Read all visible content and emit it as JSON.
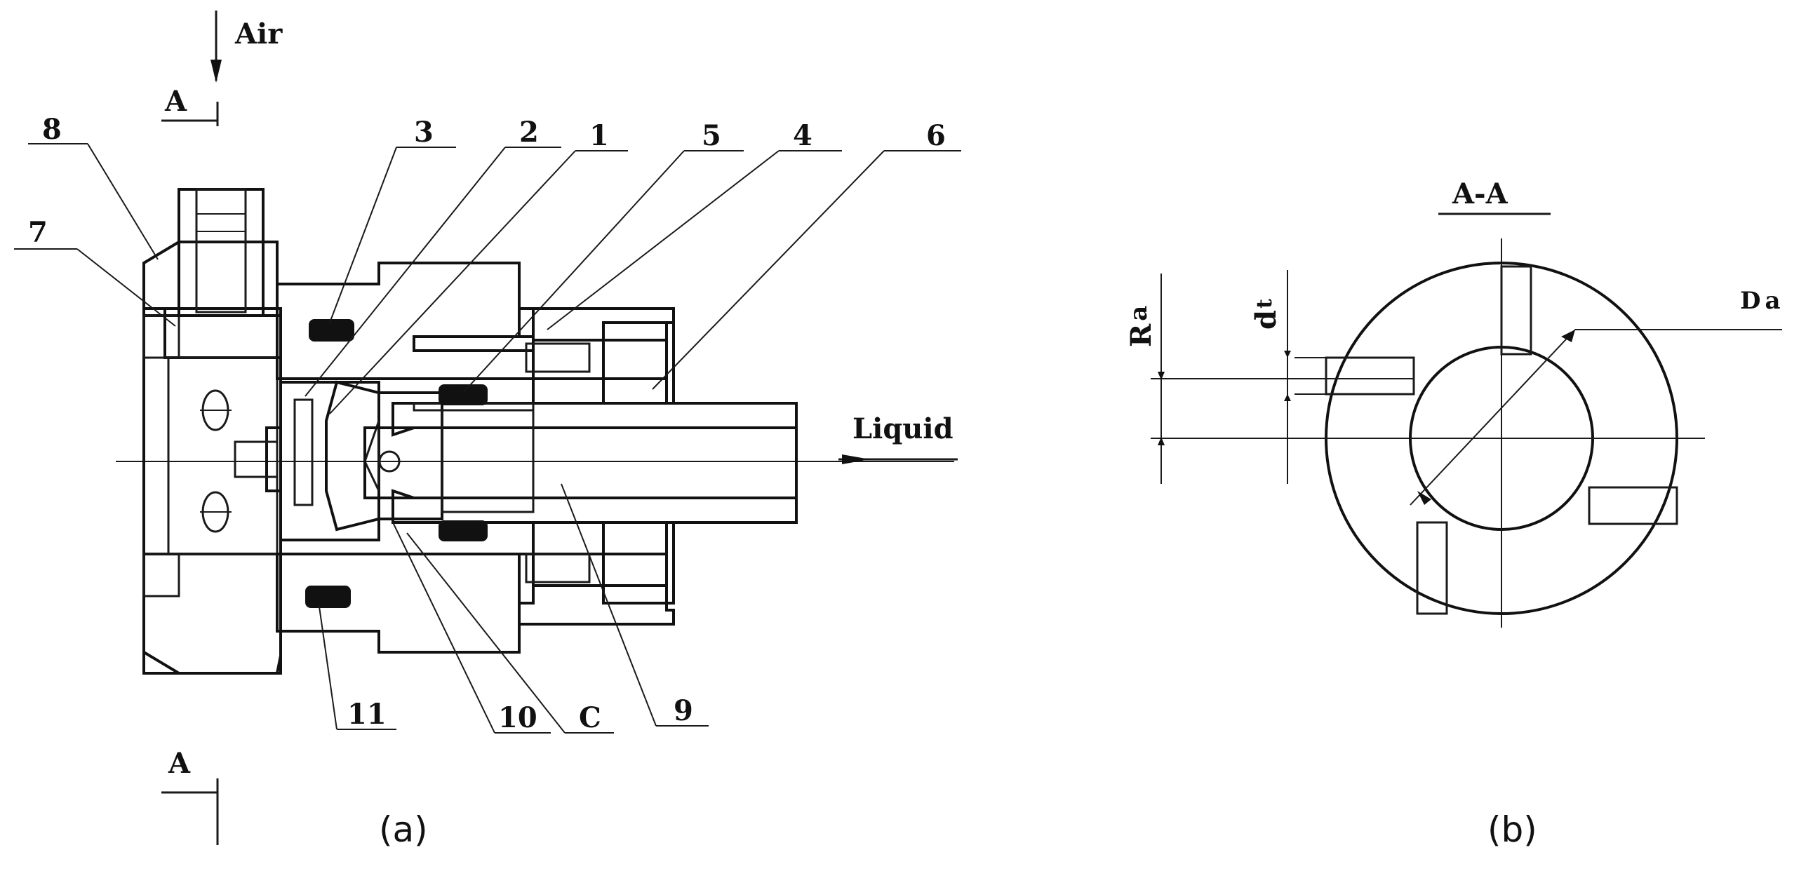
{
  "panel_a": {
    "caption": "(a)",
    "labels": {
      "air": "Air",
      "liquid": "Liquid",
      "section_top": "A",
      "section_bottom": "A",
      "l1": "1",
      "l2": "2",
      "l3": "3",
      "l4": "4",
      "l5": "5",
      "l6": "6",
      "l7": "7",
      "l8": "8",
      "l9": "9",
      "l10": "10",
      "l11": "11",
      "lc": "C"
    }
  },
  "panel_b": {
    "caption": "(b)",
    "title": "A-A",
    "dim_ra": "R",
    "dim_ra_sub": "a",
    "dim_dt": "d",
    "dim_dt_sub": "t",
    "dim_da": "D",
    "dim_da_sub": "a"
  },
  "colors": {
    "line": "#1a1a1a",
    "seal": "#111111",
    "background": "#ffffff"
  }
}
